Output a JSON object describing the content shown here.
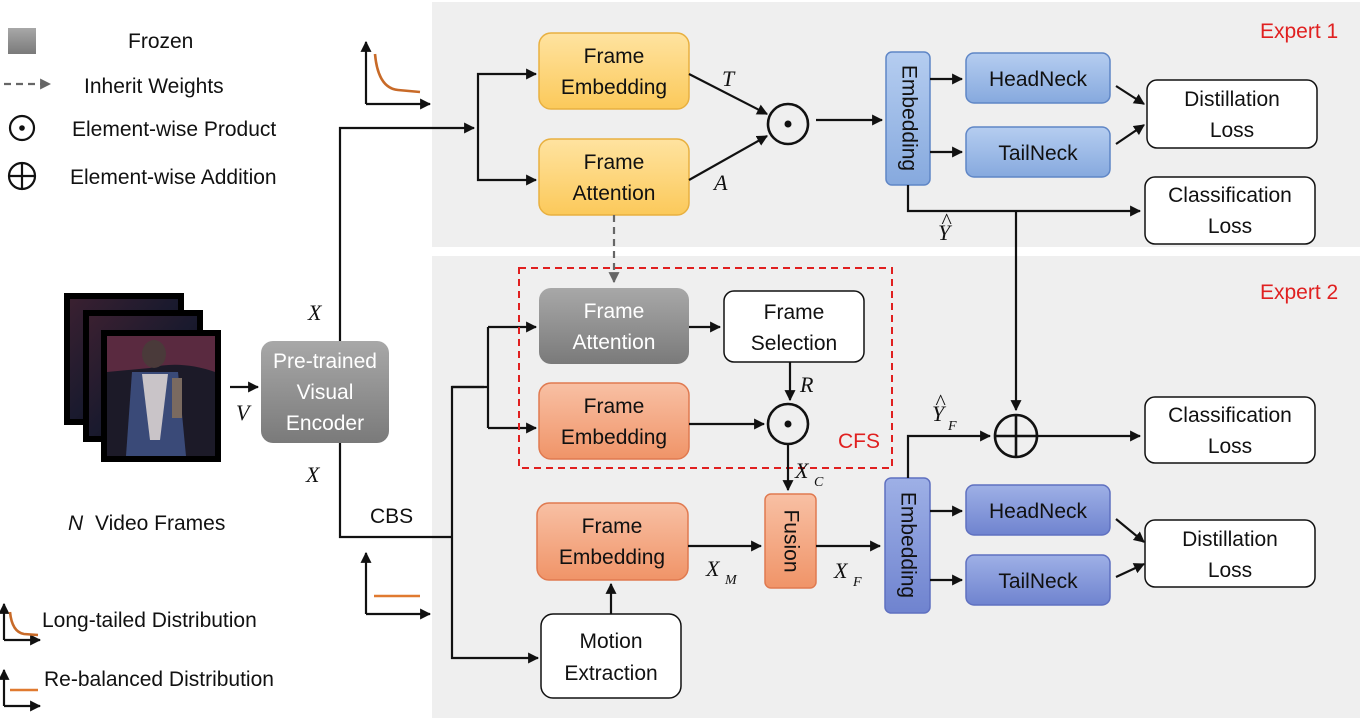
{
  "legend": {
    "frozen": "Frozen",
    "inherit_weights": "Inherit Weights",
    "element_wise_product": "Element-wise Product",
    "element_wise_addition": "Element-wise Addition",
    "long_tailed": "Long-tailed Distribution",
    "re_balanced": "Re-balanced Distribution"
  },
  "input": {
    "n_label": "N",
    "frames_label": "Video Frames",
    "v_label": "V",
    "x_upper": "X",
    "x_lower": "X",
    "cbs": "CBS"
  },
  "encoder": {
    "line1": "Pre-trained",
    "line2": "Visual",
    "line3": "Encoder"
  },
  "expert1": {
    "title": "Expert 1",
    "frame_embedding": [
      "Frame",
      "Embedding"
    ],
    "frame_attention": [
      "Frame",
      "Attention"
    ],
    "t_label": "T",
    "a_label": "A",
    "embedding": "Embedding",
    "headneck": "HeadNeck",
    "tailneck": "TailNeck",
    "distillation_loss": [
      "Distillation",
      "Loss"
    ],
    "classification_loss": [
      "Classification",
      "Loss"
    ],
    "y_hat": "Y"
  },
  "expert2": {
    "title": "Expert 2",
    "frame_attention": [
      "Frame",
      "Attention"
    ],
    "frame_selection": [
      "Frame",
      "Selection"
    ],
    "frame_embedding_top": [
      "Frame",
      "Embedding"
    ],
    "r_label": "R",
    "cfs": "CFS",
    "xc": "X",
    "xc_sub": "C",
    "frame_embedding_bottom": [
      "Frame",
      "Embedding"
    ],
    "fusion": "Fusion",
    "xm": "X",
    "xm_sub": "M",
    "xf": "X",
    "xf_sub": "F",
    "motion_extraction": [
      "Motion",
      "Extraction"
    ],
    "embedding": "Embedding",
    "headneck": "HeadNeck",
    "tailneck": "TailNeck",
    "classification_loss": [
      "Classification",
      "Loss"
    ],
    "distillation_loss": [
      "Distillation",
      "Loss"
    ],
    "yf_hat": "Y",
    "yf_sub": "F"
  },
  "colors": {
    "panel": "#efefef",
    "yellow": "#fcd77e",
    "yellow_stroke": "#e8b040",
    "orange": "#f2a682",
    "orange_stroke": "#e07a50",
    "gray": "#8c8c8c",
    "blue": "#9dbbe6",
    "blue_stroke": "#5f86c6",
    "blue_dark": "#8298d8",
    "red": "#e02020",
    "curve": "#c86a28"
  }
}
